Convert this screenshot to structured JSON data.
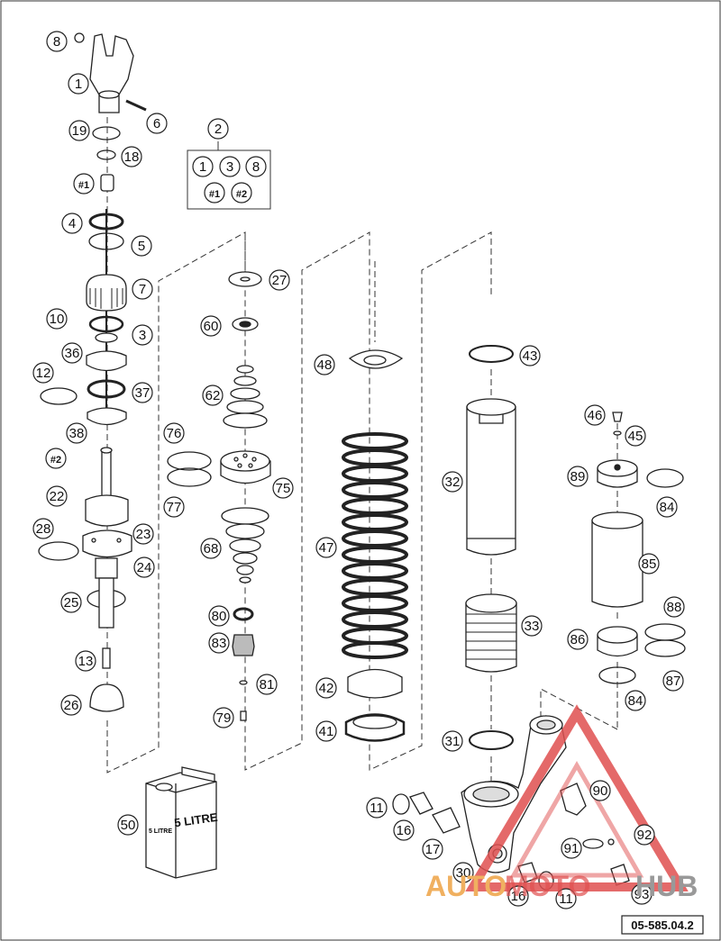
{
  "diagram": {
    "callouts": [
      {
        "id": "c8",
        "text": "8"
      },
      {
        "id": "c1",
        "text": "1"
      },
      {
        "id": "c6",
        "text": "6"
      },
      {
        "id": "c19",
        "text": "19"
      },
      {
        "id": "c18",
        "text": "18"
      },
      {
        "id": "ch1",
        "text": "#1"
      },
      {
        "id": "c2",
        "text": "2"
      },
      {
        "id": "c4",
        "text": "4"
      },
      {
        "id": "c5",
        "text": "5"
      },
      {
        "id": "c7",
        "text": "7"
      },
      {
        "id": "c10",
        "text": "10"
      },
      {
        "id": "c3",
        "text": "3"
      },
      {
        "id": "c36",
        "text": "36"
      },
      {
        "id": "c12",
        "text": "12"
      },
      {
        "id": "c37",
        "text": "37"
      },
      {
        "id": "c38",
        "text": "38"
      },
      {
        "id": "ch2",
        "text": "#2"
      },
      {
        "id": "c22",
        "text": "22"
      },
      {
        "id": "c28",
        "text": "28"
      },
      {
        "id": "c23",
        "text": "23"
      },
      {
        "id": "c24",
        "text": "24"
      },
      {
        "id": "c25",
        "text": "25"
      },
      {
        "id": "c13",
        "text": "13"
      },
      {
        "id": "c26",
        "text": "26"
      },
      {
        "id": "c27",
        "text": "27"
      },
      {
        "id": "c60",
        "text": "60"
      },
      {
        "id": "c62",
        "text": "62"
      },
      {
        "id": "c76",
        "text": "76"
      },
      {
        "id": "c75",
        "text": "75"
      },
      {
        "id": "c77",
        "text": "77"
      },
      {
        "id": "c68",
        "text": "68"
      },
      {
        "id": "c80",
        "text": "80"
      },
      {
        "id": "c83",
        "text": "83"
      },
      {
        "id": "c81",
        "text": "81"
      },
      {
        "id": "c79",
        "text": "79"
      },
      {
        "id": "c48",
        "text": "48"
      },
      {
        "id": "c47",
        "text": "47"
      },
      {
        "id": "c42",
        "text": "42"
      },
      {
        "id": "c41",
        "text": "41"
      },
      {
        "id": "c43",
        "text": "43"
      },
      {
        "id": "c32",
        "text": "32"
      },
      {
        "id": "c33",
        "text": "33"
      },
      {
        "id": "c31",
        "text": "31"
      },
      {
        "id": "c46",
        "text": "46"
      },
      {
        "id": "c45",
        "text": "45"
      },
      {
        "id": "c89",
        "text": "89"
      },
      {
        "id": "c84a",
        "text": "84"
      },
      {
        "id": "c85",
        "text": "85"
      },
      {
        "id": "c88",
        "text": "88"
      },
      {
        "id": "c86",
        "text": "86"
      },
      {
        "id": "c87",
        "text": "87"
      },
      {
        "id": "c84b",
        "text": "84"
      },
      {
        "id": "c90",
        "text": "90"
      },
      {
        "id": "c92",
        "text": "92"
      },
      {
        "id": "c91",
        "text": "91"
      },
      {
        "id": "c11a",
        "text": "11"
      },
      {
        "id": "c16a",
        "text": "16"
      },
      {
        "id": "c17",
        "text": "17"
      },
      {
        "id": "c30",
        "text": "30"
      },
      {
        "id": "c16b",
        "text": "16"
      },
      {
        "id": "c11b",
        "text": "11"
      },
      {
        "id": "c93",
        "text": "93"
      },
      {
        "id": "c50",
        "text": "50"
      }
    ],
    "kit_box": [
      "1",
      "3",
      "8",
      "#1",
      "#2"
    ],
    "canister_text": "5 LITRE",
    "canister_side_text": "5 LITRE",
    "drawing_code": "05-585.04.2",
    "watermark": {
      "left": "AUTO",
      "mid": "MOTO",
      "right": "HUB",
      "color_red": "#e05050",
      "color_orange": "#f0b060",
      "color_gray": "#999999"
    }
  }
}
